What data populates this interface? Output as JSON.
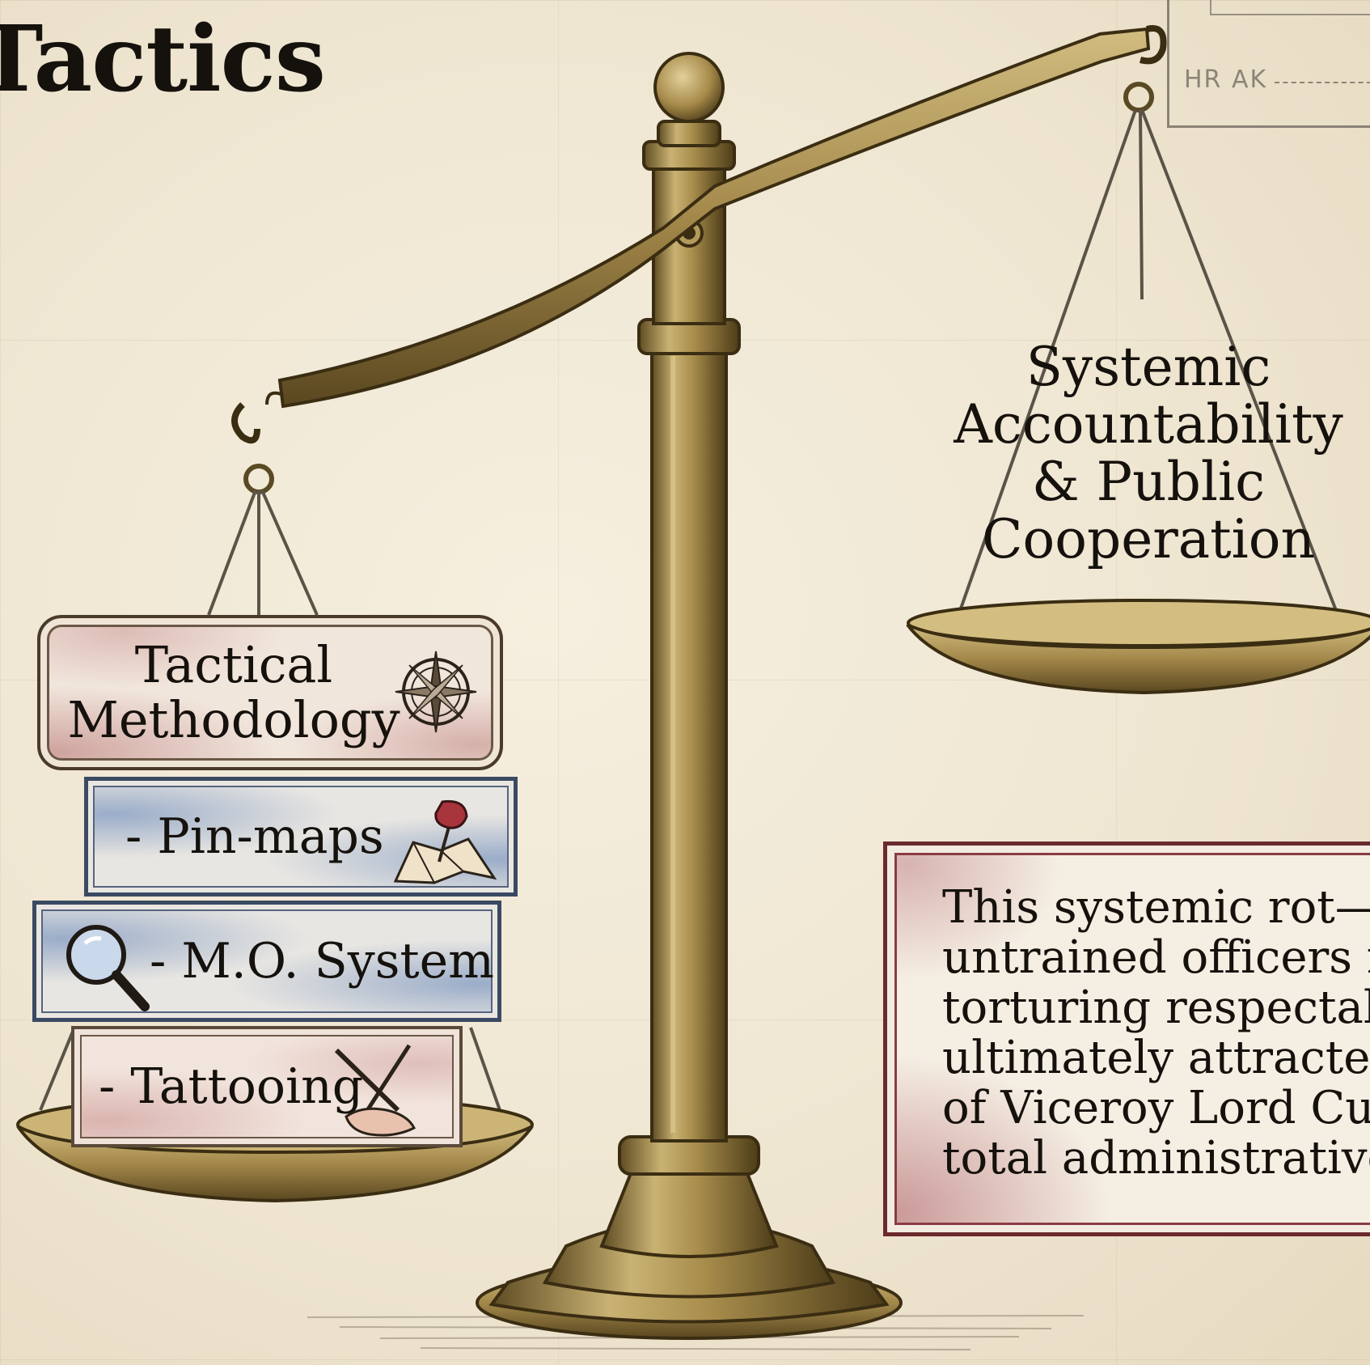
{
  "title": "Tactics",
  "right_pan_label": [
    "Systemic",
    "Accountability",
    "& Public",
    "Cooperation"
  ],
  "left_stack": {
    "main": [
      "Tactical",
      "Methodology"
    ],
    "items": [
      {
        "label": "- Pin-maps",
        "icon": "pushpin-map-icon"
      },
      {
        "label": "- M.O. System",
        "icon": "magnifying-glass-icon"
      },
      {
        "label": "- Tattooing",
        "icon": "tattoo-needle-icon"
      }
    ],
    "main_icon": "compass-rose-icon"
  },
  "note": [
    "This systemic rot—w",
    "untrained officers r",
    "torturing respectabl",
    "ultimately attracted",
    "of Viceroy Lord Curz",
    "total administrative"
  ],
  "stamp_text": "HR AK",
  "colors": {
    "brass": "#b29858",
    "brass_dark": "#6e5a2e",
    "ink": "#15110c",
    "crimson_frame": "#6a2a2e",
    "blue_wash": "#5a7db4"
  }
}
